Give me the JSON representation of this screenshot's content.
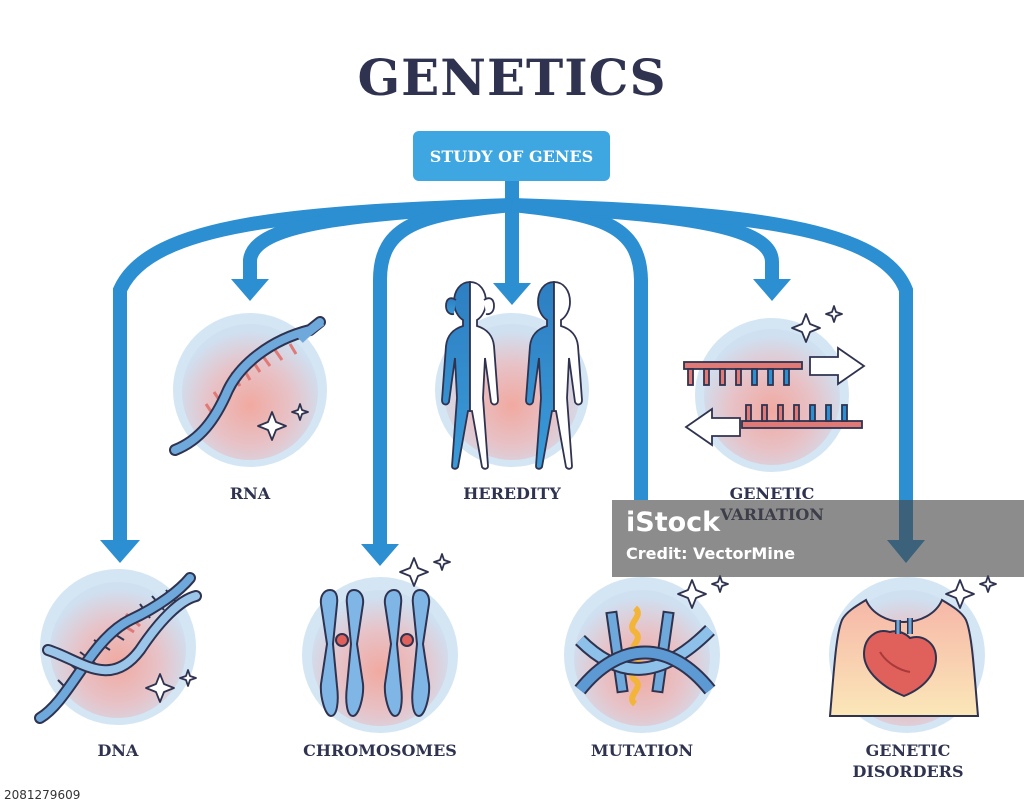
{
  "title": "GENETICS",
  "root": "STUDY OF GENES",
  "branches": {
    "rna": "RNA",
    "heredity": "HEREDITY",
    "variation": "GENETIC\nVARIATION",
    "dna": "DNA",
    "chromosomes": "CHROMOSOMES",
    "mutation": "MUTATION",
    "disorders": "GENETIC\nDISORDERS"
  },
  "watermark": {
    "brand": "iStock",
    "credit": "Credit: VectorMine"
  },
  "stock_id": "2081279609",
  "colors": {
    "arrow": "#2b8fd2",
    "root_box": "#3ea6e0",
    "title": "#2f3350"
  }
}
